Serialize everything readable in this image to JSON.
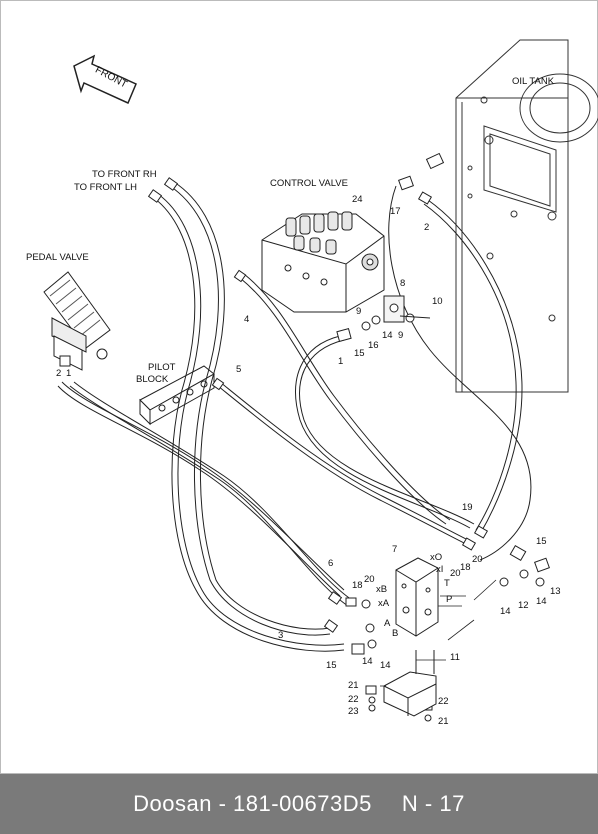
{
  "labels": {
    "front": "FRONT",
    "oil_tank": "OIL TANK",
    "control_valve": "CONTROL VALVE",
    "to_front_rh": "TO FRONT RH",
    "to_front_lh": "TO FRONT LH",
    "pedal_valve": "PEDAL VALVE",
    "pilot": "PILOT",
    "block": "BLOCK"
  },
  "part_numbers": {
    "n1": "1",
    "n2": "2",
    "n2b": "2",
    "n3": "3",
    "n4": "4",
    "n5": "5",
    "n6": "6",
    "n7": "7",
    "n8": "8",
    "n9a": "9",
    "n9b": "9",
    "n10": "10",
    "n11": "11",
    "n12": "12",
    "n13": "13",
    "n14a": "14",
    "n14b": "14",
    "n14c": "14",
    "n14d": "14",
    "n14e": "14",
    "n15a": "15",
    "n15b": "15",
    "n15c": "15",
    "n16": "16",
    "n17": "17",
    "n18a": "18",
    "n18b": "18",
    "n19": "19",
    "n20a": "20",
    "n20b": "20",
    "n20c": "20",
    "n21a": "21",
    "n21b": "21",
    "n22a": "22",
    "n22b": "22",
    "n23": "23",
    "n24": "24",
    "n1p": "1"
  },
  "port_labels": {
    "xB": "xB",
    "xA": "xA",
    "xO": "xO",
    "xI": "xI",
    "T": "T",
    "P": "P",
    "A": "A",
    "B": "B"
  },
  "footer": {
    "brand_code": "Doosan - 181-00673D5",
    "page": "N - 17"
  }
}
